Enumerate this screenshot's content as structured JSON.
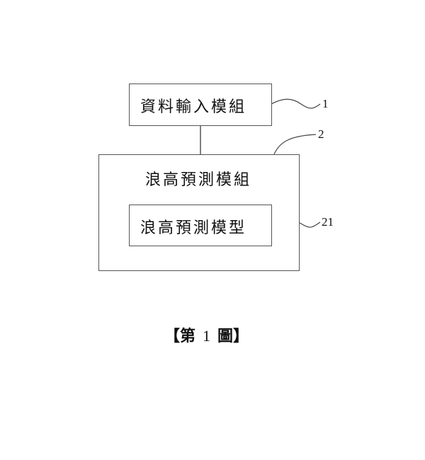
{
  "diagram": {
    "blocks": [
      {
        "id": "1",
        "label": "資料輸入模組"
      },
      {
        "id": "2",
        "label": "浪高預測模組"
      },
      {
        "id": "21",
        "label": "浪高預測模型"
      }
    ],
    "reference_numbers": {
      "data_input_module": "1",
      "wave_prediction_module": "2",
      "wave_prediction_model": "21"
    },
    "connections": [
      {
        "from": "1",
        "to": "2"
      }
    ],
    "caption": {
      "open_bracket": "【",
      "prefix": "第",
      "number": "1",
      "suffix": "圖",
      "close_bracket": "】"
    }
  }
}
